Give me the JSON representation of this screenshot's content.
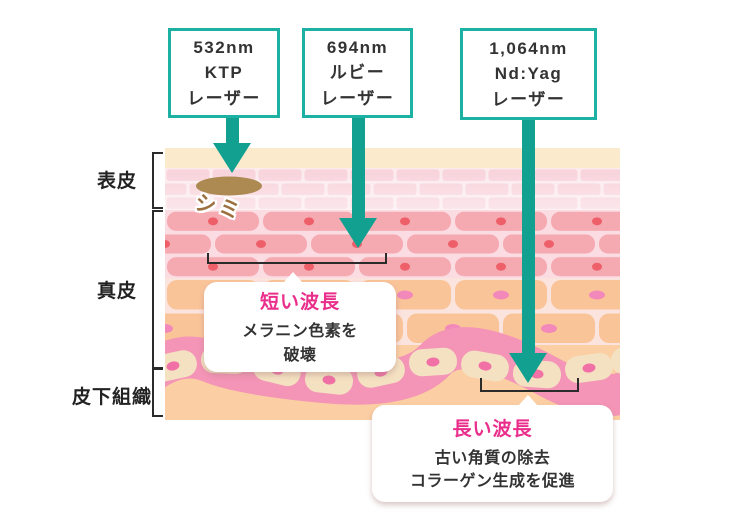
{
  "colors": {
    "teal_border": "#1db1a3",
    "teal_arrow": "#12a190",
    "text_dark": "#333333",
    "label_black": "#222222",
    "bracket_black": "#2b2b2b",
    "callout_title_pink": "#ea2e8b",
    "spot_brown": "#ae8a53",
    "spot_text_brown": "#9c7040",
    "layer_cream": "#fbeacc",
    "epidermis_brick": "#f8d2da",
    "epidermis_mortar": "#fceaed",
    "dermis_cell": "#f5a9b1",
    "dermis_nucleus": "#ee5f6a",
    "dermis_mortar": "#fbdce2",
    "lower_cell_orange": "#fac499",
    "lower_mortar": "#fce4de",
    "lower_nucleus_pink": "#f289ba",
    "wave_band_pink": "#f494b6",
    "wave_cell_cream": "#f4e1c1",
    "wave_nucleus_pink": "#f170a6",
    "subcutis_peach": "#fbcfa3"
  },
  "lasers": [
    {
      "name": "ktp",
      "lines": [
        "532nm",
        "KTP",
        "レーザー"
      ]
    },
    {
      "name": "ruby",
      "lines": [
        "694nm",
        "ルビー",
        "レーザー"
      ]
    },
    {
      "name": "ndyag",
      "lines": [
        "1,064nm",
        "Nd:Yag",
        "レーザー"
      ]
    }
  ],
  "skin_labels": {
    "epidermis": "表皮",
    "dermis": "真皮",
    "subcutaneous": "皮下組織"
  },
  "spot": {
    "label": "シミ"
  },
  "callouts": {
    "short": {
      "title": "短い波長",
      "line1": "メラニン色素を",
      "line2": "破壊"
    },
    "long": {
      "title": "長い波長",
      "line1": "古い角質の除去",
      "line2": "コラーゲン生成を促進"
    }
  }
}
